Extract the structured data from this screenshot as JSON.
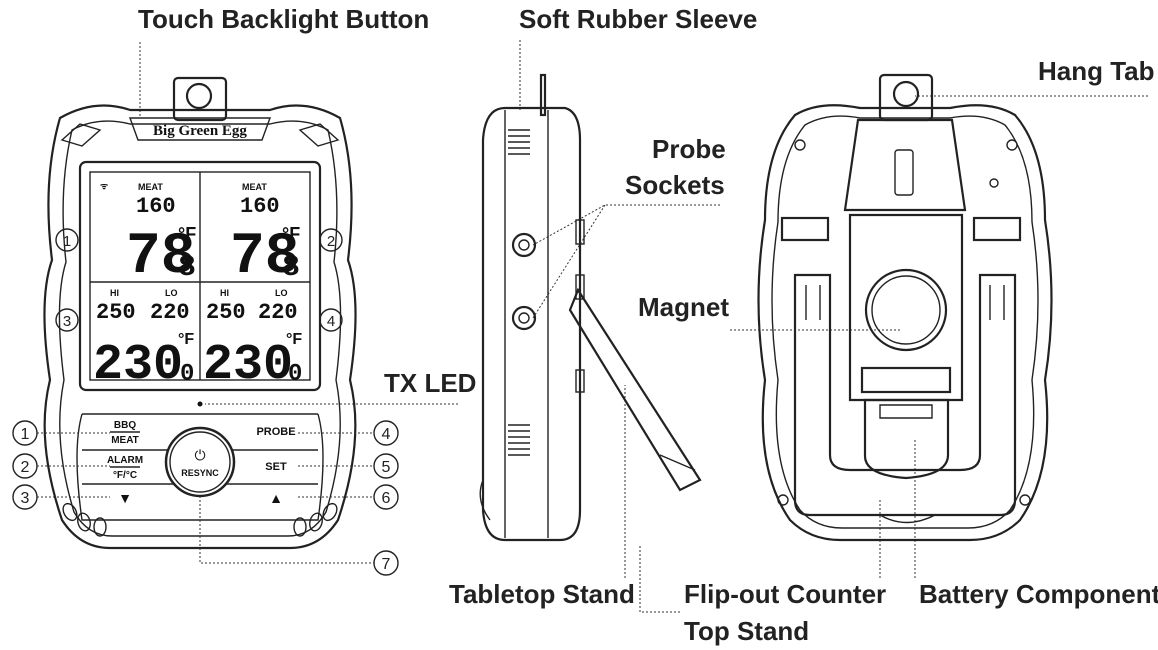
{
  "labels": {
    "touch_backlight": "Touch Backlight Button",
    "soft_rubber_sleeve": "Soft Rubber Sleeve",
    "hang_tab": "Hang Tab",
    "probe": "Probe",
    "sockets": "Sockets",
    "magnet": "Magnet",
    "tx_led": "TX LED",
    "tabletop_stand": "Tabletop Stand",
    "flipout_1": "Flip-out Counter",
    "flipout_2": "Top Stand",
    "battery": "Battery Component"
  },
  "device": {
    "brand": "Big Green Egg",
    "meat_label": "MEAT",
    "meat_value": "160",
    "temp_main": "78",
    "temp_decimal": "8",
    "unit": "°F",
    "hi_label": "HI",
    "lo_label": "LO",
    "hi_value": "250",
    "lo_value": "220",
    "temp_big": "230",
    "temp_big_decimal": "0",
    "channel_numbers": [
      "1",
      "2",
      "3",
      "4"
    ]
  },
  "buttons": {
    "bbq": "BBQ",
    "meat": "MEAT",
    "alarm": "ALARM",
    "unit_toggle": "°F/°C",
    "probe": "PROBE",
    "set": "SET",
    "resync": "RESYNC",
    "down_arrow": "▼",
    "up_arrow": "▲",
    "power_icon": "⏻"
  },
  "callout_numbers": [
    "1",
    "2",
    "3",
    "4",
    "5",
    "6",
    "7"
  ]
}
